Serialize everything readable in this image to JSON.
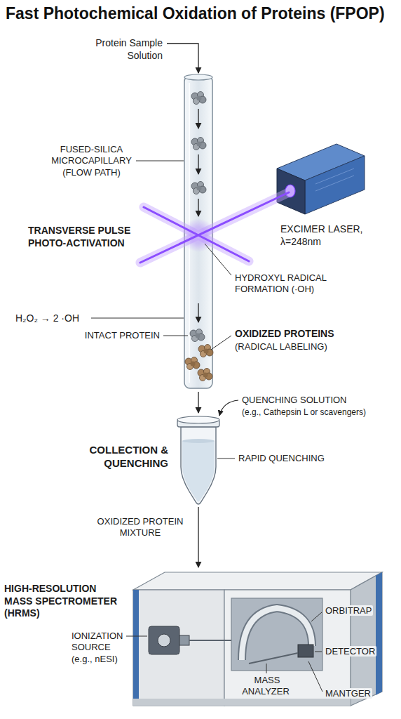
{
  "diagram": {
    "title": "Fast Photochemical Oxidation of Proteins (FPOP)",
    "labels": [
      "Protein Sample Solution",
      "FUSED-SILICA MICROCAPILLARY (FLOW PATH)",
      "TRANSVERSE PULSE PHOTO-ACTIVATION",
      "EXCIMER LASER, λ=248nm",
      "HYDROXYL RADICAL FORMATION (·OH)",
      "H₂O₂ → 2 ·OH",
      "INTACT PROTEIN",
      "OXIDIZED PROTEINS",
      "(RADICAL LABELING)",
      "QUENCHING SOLUTION",
      "(e.g., Cathepsin L or scavengers)",
      "COLLECTION & QUENCHING",
      "RAPID QUENCHING",
      "OXIDIZED PROTEIN MIXTURE",
      "HIGH-RESOLUTION MASS SPECTROMETER (HRMS)",
      "ORBITRAP",
      "IONIZATION SOURCE (e.g., nESI)",
      "DETECTOR",
      "MANTGER",
      "MASS ANALYZER"
    ]
  }
}
